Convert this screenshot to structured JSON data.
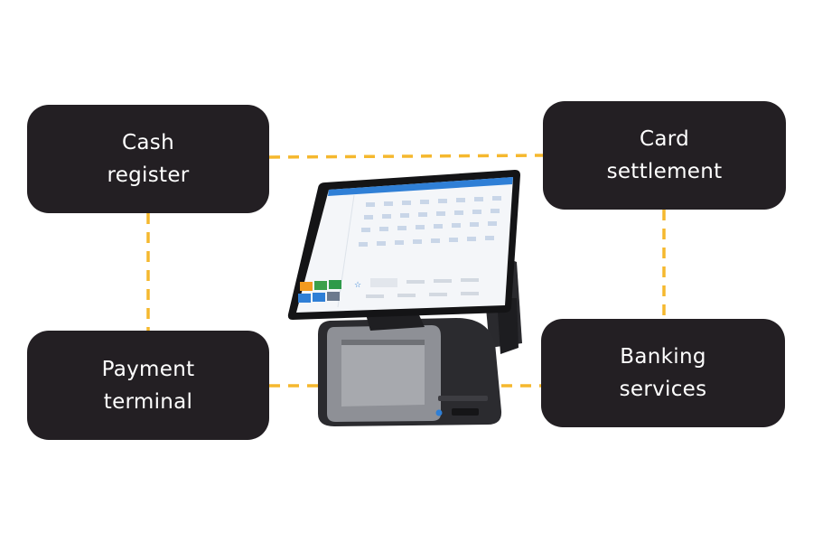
{
  "diagram": {
    "nodes": {
      "cash_register": "Cash register",
      "card_settlement": "Card settlement",
      "payment_terminal": "Payment terminal",
      "banking_services": "Banking services"
    },
    "connector_color": "#f5b82e",
    "box_color": "#231f23",
    "text_color": "#ffffff"
  },
  "device": {
    "icon": "pos-terminal-icon",
    "screen_accent": "#2f7fd6"
  }
}
